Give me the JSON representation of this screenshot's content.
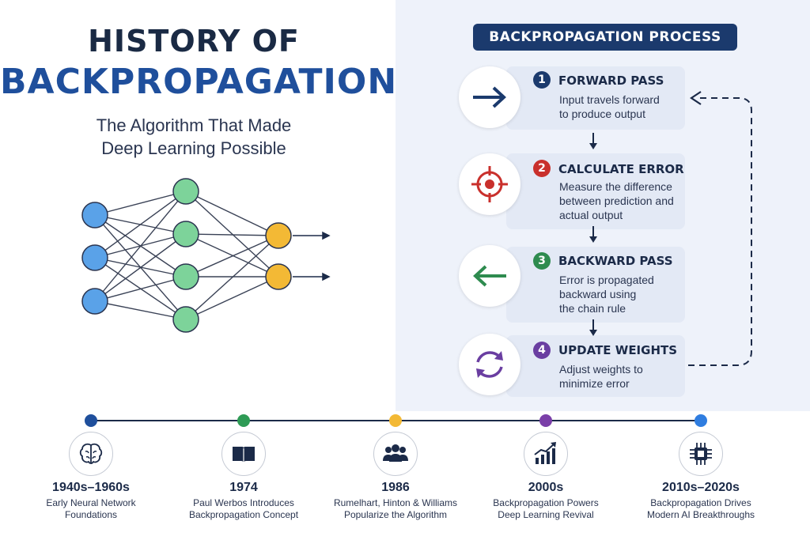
{
  "title": {
    "line1": "HISTORY OF",
    "line2": "BACKPROPAGATION",
    "subtitle_line1": "The Algorithm That Made",
    "subtitle_line2": "Deep Learning Possible"
  },
  "network": {
    "input_color": "#5aa2e8",
    "hidden_color": "#7dd39a",
    "output_color": "#f3b935",
    "layers": [
      3,
      4,
      2
    ]
  },
  "process": {
    "header": "BACKPROPAGATION PROCESS",
    "steps": [
      {
        "number": "1",
        "title": "FORWARD PASS",
        "desc": [
          "Input travels forward",
          "to produce output"
        ],
        "color": "#1b3a6d",
        "icon": "right-arrow-icon"
      },
      {
        "number": "2",
        "title": "CALCULATE ERROR",
        "desc": [
          "Measure the difference",
          "between prediction and",
          "actual output"
        ],
        "color": "#c9302c",
        "icon": "crosshair-icon"
      },
      {
        "number": "3",
        "title": "BACKWARD PASS",
        "desc": [
          "Error is propagated",
          "backward using",
          "the chain rule"
        ],
        "color": "#2e8b4f",
        "icon": "left-arrow-icon"
      },
      {
        "number": "4",
        "title": "UPDATE WEIGHTS",
        "desc": [
          "Adjust weights to",
          "minimize error"
        ],
        "color": "#6a3ea1",
        "icon": "refresh-cycle-icon"
      }
    ]
  },
  "timeline": [
    {
      "year": "1940s–1960s",
      "desc": [
        "Early Neural Network",
        "Foundations"
      ],
      "color": "#1f4f9c",
      "icon": "brain-icon"
    },
    {
      "year": "1974",
      "desc": [
        "Paul Werbos Introduces",
        "Backpropagation Concept"
      ],
      "color": "#2e9b55",
      "icon": "book-icon"
    },
    {
      "year": "1986",
      "desc": [
        "Rumelhart, Hinton & Williams",
        "Popularize the Algorithm"
      ],
      "color": "#f3b935",
      "icon": "people-icon"
    },
    {
      "year": "2000s",
      "desc": [
        "Backpropagation Powers",
        "Deep Learning Revival"
      ],
      "color": "#7a3fa8",
      "icon": "growth-chart-icon"
    },
    {
      "year": "2010s–2020s",
      "desc": [
        "Backpropagation Drives",
        "Modern AI Breakthroughs"
      ],
      "color": "#2f7de0",
      "icon": "chip-icon"
    }
  ]
}
